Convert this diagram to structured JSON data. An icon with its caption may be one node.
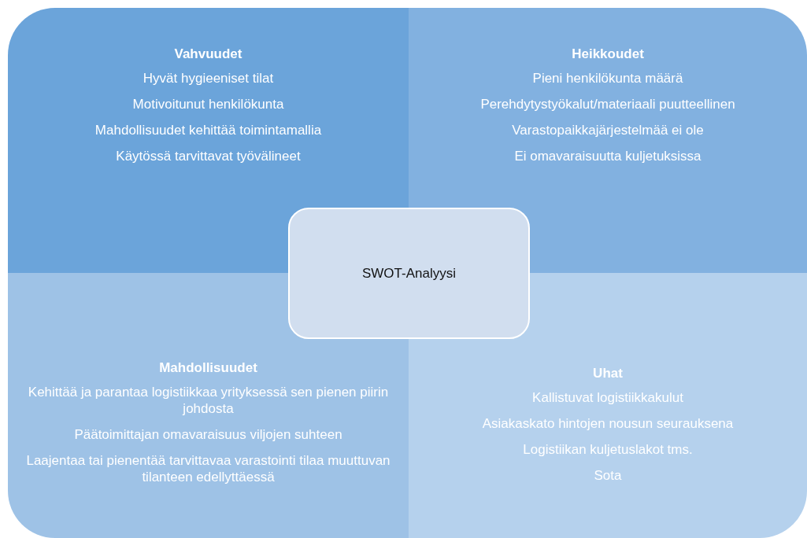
{
  "diagram": {
    "nodes": [
      {
        "text": [
          "Vahvuudet",
          "Hyvät hygieeniset tilat",
          "Motivoitunut henkilökunta",
          "Mahdollisuudet kehittää toimintamallia",
          "Käytössä tarvittavat työvälineet"
        ]
      },
      {
        "text": [
          "Heikkoudet",
          "Pieni henkilökunta määrä",
          "Perehdytystyökalut/materiaali puutteellinen",
          "Varastopaikkajärjestelmää ei ole",
          "Ei omavaraisuutta kuljetuksissa"
        ]
      },
      {
        "text": [
          "Mahdollisuudet",
          "Kehittää ja parantaa logistiikkaa yrityksessä sen pienen piirin johdosta",
          "Päätoimittajan omavaraisuus viljojen suhteen",
          "Laajentaa tai pienentää tarvittavaa varastointi tilaa muuttuvan tilanteen edellyttäessä"
        ]
      },
      {
        "text": [
          "Uhat",
          "Kallistuvat logistiikkakulut",
          "Asiakaskato hintojen nousun seurauksena",
          "Logistiikan kuljetuslakot tms.",
          "Sota"
        ]
      },
      {
        "text": [
          "SWOT-Analyysi"
        ]
      }
    ]
  }
}
